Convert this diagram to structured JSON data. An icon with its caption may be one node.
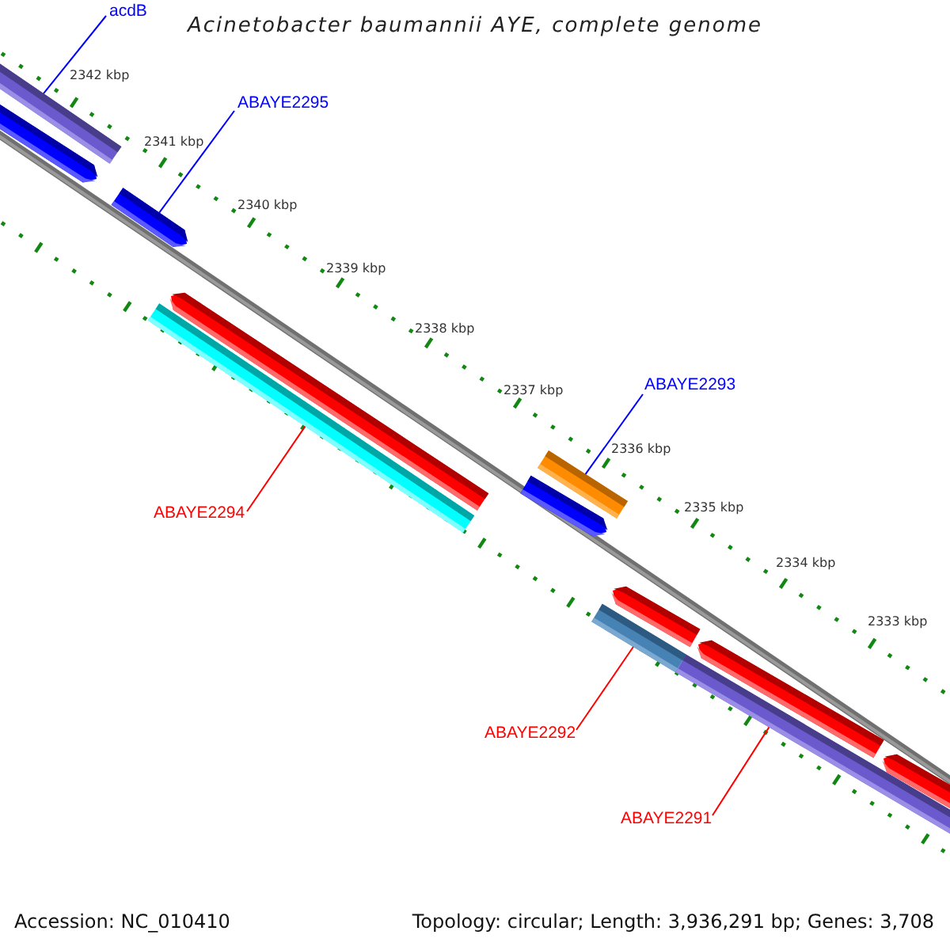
{
  "diagram": {
    "title": "Acinetobacter baumannii AYE, complete genome",
    "nodes": [
      {
        "text": [
          "acdB"
        ]
      },
      {
        "text": [],
        "shape": "bar"
      },
      {
        "text": [
          "ABAYE2295"
        ]
      },
      {
        "text": [],
        "shape": "bar"
      },
      {
        "text": [
          "ABAYE2293"
        ]
      },
      {
        "text": [],
        "shape": "bar"
      },
      {
        "text": [
          "ABAYE2294"
        ]
      },
      {
        "text": [],
        "shape": "bar"
      },
      {
        "text": [
          "ABAYE2292"
        ]
      },
      {
        "text": [],
        "shape": "bar"
      },
      {
        "text": [
          "ABAYE2291"
        ]
      },
      {
        "text": [],
        "shape": "bar"
      }
    ],
    "edges": [
      {
        "from": 0,
        "to": 1,
        "arrow": "none",
        "color": "#0000ff"
      },
      {
        "from": 2,
        "to": 3,
        "arrow": "none",
        "color": "#0000ff"
      },
      {
        "from": 4,
        "to": 5,
        "arrow": "none",
        "color": "#0000ff"
      },
      {
        "from": 6,
        "to": 7,
        "arrow": "none",
        "color": "#ff0000"
      },
      {
        "from": 8,
        "to": 9,
        "arrow": "none",
        "color": "#ff0000"
      },
      {
        "from": 10,
        "to": 11,
        "arrow": "none",
        "color": "#ff0000"
      }
    ],
    "labels": [
      "2342 kbp",
      "2341 kbp",
      "2340 kbp",
      "2339 kbp",
      "2338 kbp",
      "2337 kbp",
      "2336 kbp",
      "2335 kbp",
      "2334 kbp",
      "2333 kbp",
      "Accession: NC_010410",
      "Topology: circular; Length: 3,936,291 bp; Genes: 3,708"
    ]
  }
}
